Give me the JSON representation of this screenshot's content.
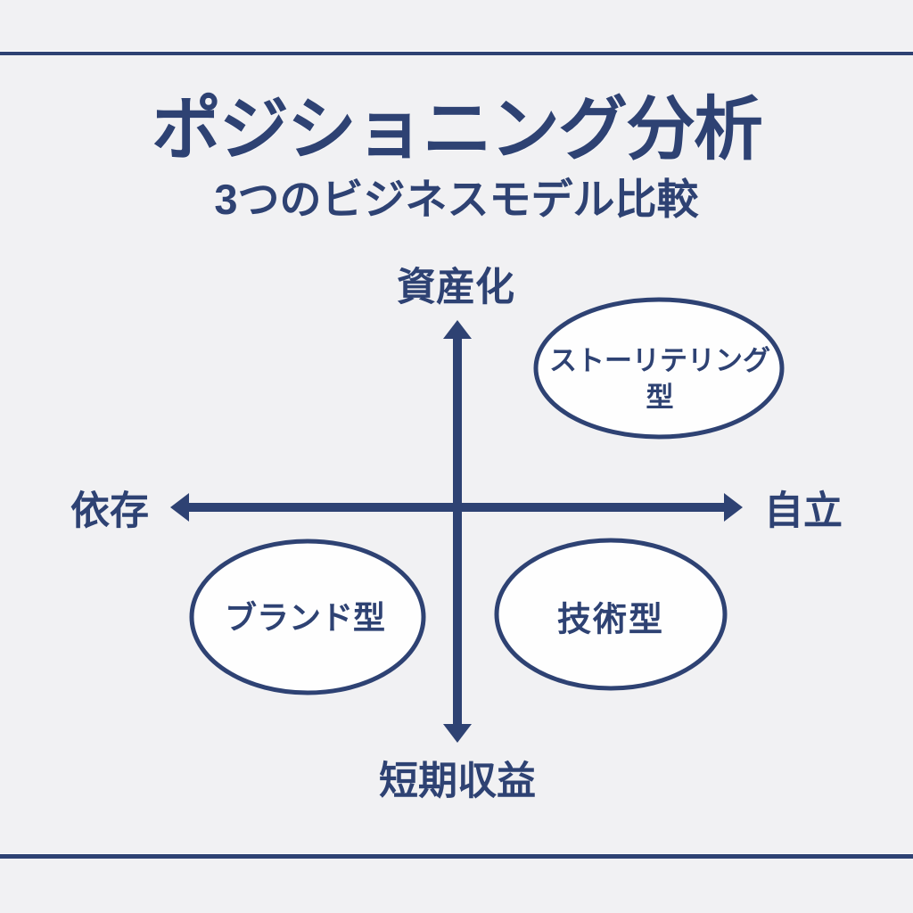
{
  "header": {
    "title": "ポジショニング分析",
    "subtitle": "3つのビジネスモデル比較"
  },
  "axes": {
    "vertical_top_label": "資産化",
    "vertical_bottom_label": "短期収益",
    "horizontal_left_label": "依存",
    "horizontal_right_label": "自立"
  },
  "bubbles": {
    "storytelling": {
      "line1": "ストーリテリング",
      "line2": "型"
    },
    "brand": {
      "label": "ブランド型"
    },
    "technology": {
      "label": "技術型"
    }
  },
  "colors": {
    "ink_navy": "#2e4273",
    "background": "#f1f1f3",
    "bubble_fill": "#fefefe"
  }
}
